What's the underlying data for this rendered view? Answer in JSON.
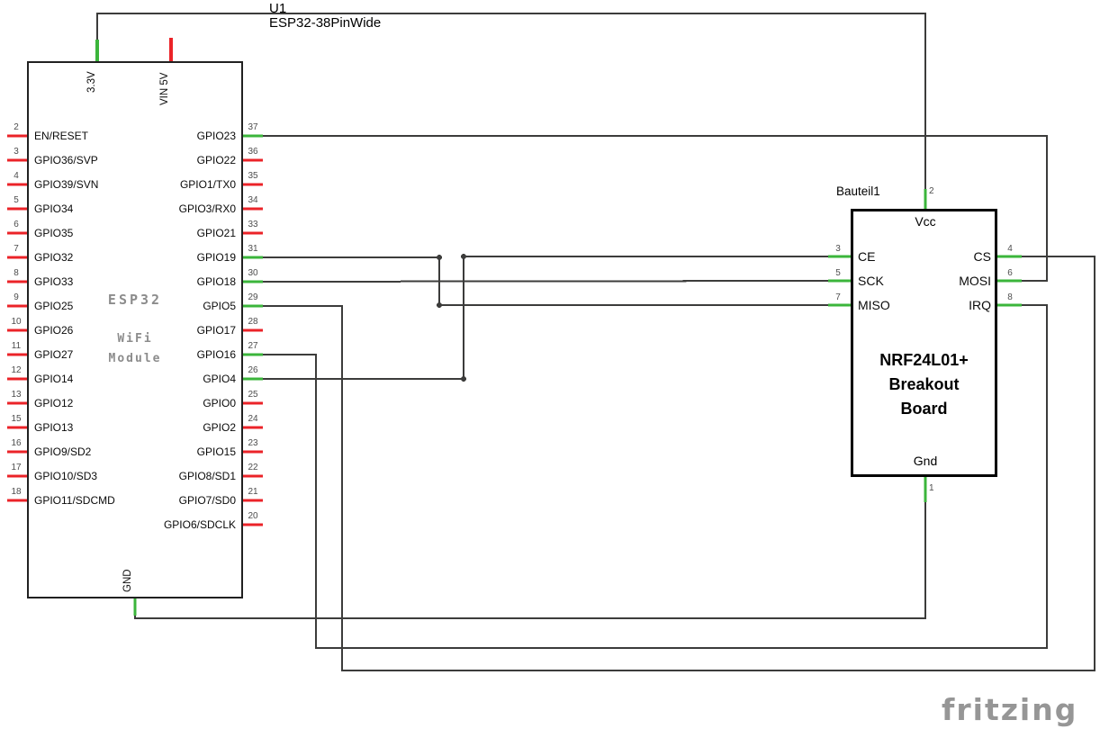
{
  "esp32": {
    "ref": "U1",
    "part": "ESP32-38PinWide",
    "name_lines": [
      "ESP32",
      "WiFi",
      "Module"
    ],
    "top_pins": [
      {
        "label": "3.3V",
        "connected": true
      },
      {
        "label": "VIN 5V",
        "connected": false
      }
    ],
    "bottom_pins": [
      {
        "label": "GND",
        "connected": true
      }
    ],
    "left_pins": [
      {
        "num": "2",
        "label": "EN/RESET",
        "connected": false
      },
      {
        "num": "3",
        "label": "GPIO36/SVP",
        "connected": false
      },
      {
        "num": "4",
        "label": "GPIO39/SVN",
        "connected": false
      },
      {
        "num": "5",
        "label": "GPIO34",
        "connected": false
      },
      {
        "num": "6",
        "label": "GPIO35",
        "connected": false
      },
      {
        "num": "7",
        "label": "GPIO32",
        "connected": false
      },
      {
        "num": "8",
        "label": "GPIO33",
        "connected": false
      },
      {
        "num": "9",
        "label": "GPIO25",
        "connected": false
      },
      {
        "num": "10",
        "label": "GPIO26",
        "connected": false
      },
      {
        "num": "11",
        "label": "GPIO27",
        "connected": false
      },
      {
        "num": "12",
        "label": "GPIO14",
        "connected": false
      },
      {
        "num": "13",
        "label": "GPIO12",
        "connected": false
      },
      {
        "num": "15",
        "label": "GPIO13",
        "connected": false
      },
      {
        "num": "16",
        "label": "GPIO9/SD2",
        "connected": false
      },
      {
        "num": "17",
        "label": "GPIO10/SD3",
        "connected": false
      },
      {
        "num": "18",
        "label": "GPIO11/SDCMD",
        "connected": false
      }
    ],
    "right_pins": [
      {
        "num": "37",
        "label": "GPIO23",
        "connected": true
      },
      {
        "num": "36",
        "label": "GPIO22",
        "connected": false
      },
      {
        "num": "35",
        "label": "GPIO1/TX0",
        "connected": false
      },
      {
        "num": "34",
        "label": "GPIO3/RX0",
        "connected": false
      },
      {
        "num": "33",
        "label": "GPIO21",
        "connected": false
      },
      {
        "num": "31",
        "label": "GPIO19",
        "connected": true
      },
      {
        "num": "30",
        "label": "GPIO18",
        "connected": true
      },
      {
        "num": "29",
        "label": "GPIO5",
        "connected": true
      },
      {
        "num": "28",
        "label": "GPIO17",
        "connected": false
      },
      {
        "num": "27",
        "label": "GPIO16",
        "connected": true
      },
      {
        "num": "26",
        "label": "GPIO4",
        "connected": true
      },
      {
        "num": "25",
        "label": "GPIO0",
        "connected": false
      },
      {
        "num": "24",
        "label": "GPIO2",
        "connected": false
      },
      {
        "num": "23",
        "label": "GPIO15",
        "connected": false
      },
      {
        "num": "22",
        "label": "GPIO8/SD1",
        "connected": false
      },
      {
        "num": "21",
        "label": "GPIO7/SD0",
        "connected": false
      },
      {
        "num": "20",
        "label": "GPIO6/SDCLK",
        "connected": false
      }
    ]
  },
  "nrf": {
    "ref": "Bauteil1",
    "name_lines": [
      "NRF24L01+",
      "Breakout",
      "Board"
    ],
    "top_pin": {
      "num": "2",
      "label": "Vcc"
    },
    "bottom_pin": {
      "num": "1",
      "label": "Gnd"
    },
    "left_pins": [
      {
        "num": "3",
        "label": "CE"
      },
      {
        "num": "5",
        "label": "SCK"
      },
      {
        "num": "7",
        "label": "MISO"
      }
    ],
    "right_pins": [
      {
        "num": "4",
        "label": "CS"
      },
      {
        "num": "6",
        "label": "MOSI"
      },
      {
        "num": "8",
        "label": "IRQ"
      }
    ]
  },
  "connections": [
    {
      "from": "ESP32 3.3V",
      "to": "NRF24L01+ Vcc"
    },
    {
      "from": "ESP32 GPIO23",
      "to": "NRF24L01+ MOSI"
    },
    {
      "from": "ESP32 GPIO19",
      "to": "NRF24L01+ MISO"
    },
    {
      "from": "ESP32 GPIO18",
      "to": "NRF24L01+ SCK"
    },
    {
      "from": "ESP32 GPIO5",
      "to": "NRF24L01+ CS"
    },
    {
      "from": "ESP32 GPIO16",
      "to": "NRF24L01+ IRQ"
    },
    {
      "from": "ESP32 GPIO4",
      "to": "NRF24L01+ CE"
    },
    {
      "from": "ESP32 GND",
      "to": "NRF24L01+ Gnd"
    }
  ],
  "watermark": "fritzing",
  "colors": {
    "wire": "#3c3c3b",
    "unconnected_pin": "#eb2328",
    "connected_pin": "#3bb53b",
    "component_text": "#8c8c8c",
    "watermark": "#969696"
  }
}
